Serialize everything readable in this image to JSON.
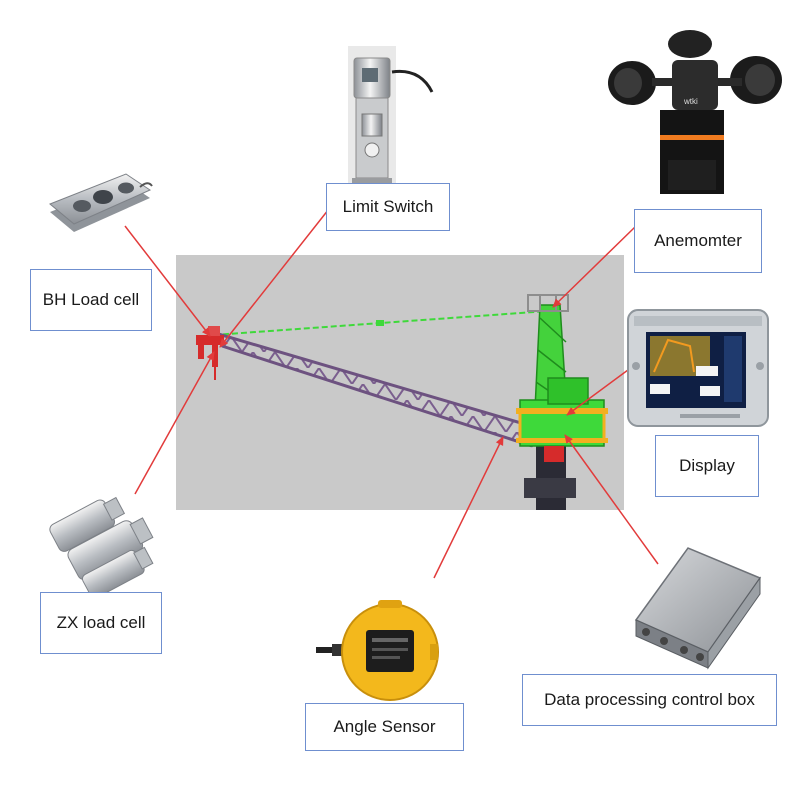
{
  "labels": {
    "limit_switch": "Limit Switch",
    "bh_load_cell": "BH Load cell",
    "anemometer": "Anemomter",
    "display": "Display",
    "zx_load_cell": "ZX load cell",
    "angle_sensor": "Angle Sensor",
    "data_box": "Data processing control box"
  },
  "colors": {
    "arrow": "#e23b3b",
    "label_border": "#6f8fcf",
    "backdrop": "#c9c9c9",
    "crane_green": "#3ed93a",
    "jib_purple": "#8a6a9e",
    "sensor_yellow": "#f3b81c"
  },
  "icons": [
    "bh-load-cell-icon",
    "limit-switch-icon",
    "anemometer-icon",
    "display-icon",
    "zx-load-cell-icon",
    "angle-sensor-icon",
    "control-box-icon",
    "tower-crane-icon"
  ]
}
